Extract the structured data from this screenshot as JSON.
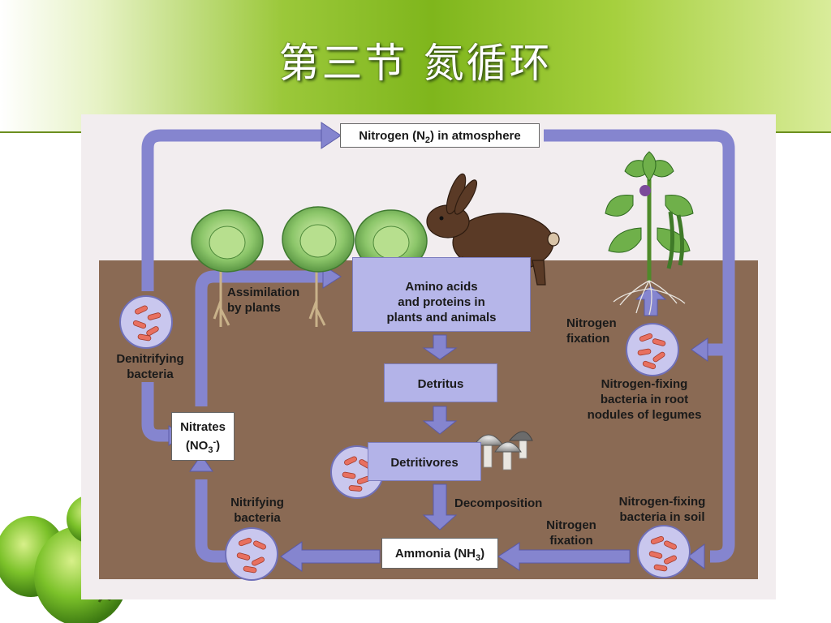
{
  "slide": {
    "title": "第三节 氮循环"
  },
  "diagram": {
    "boxes": {
      "atmosphere": {
        "text": "Nitrogen (N",
        "sub": "2",
        "tail": ") in atmosphere"
      },
      "amino": [
        "Amino acids",
        "and proteins in",
        "plants and animals"
      ],
      "detritus": "Detritus",
      "detritivores": "Detritivores",
      "ammonia": {
        "text": "Ammonia (NH",
        "sub": "3",
        "tail": ")"
      },
      "nitrates": {
        "line1": "Nitrates",
        "text": "(NO",
        "sub": "3",
        "sup": "-",
        "tail": ")"
      }
    },
    "labels": {
      "assimilation": [
        "Assimilation",
        "by plants"
      ],
      "denitrifying": [
        "Denitrifying",
        "bacteria"
      ],
      "nitrogen_fixation_top": [
        "Nitrogen",
        "fixation"
      ],
      "root_bacteria": [
        "Nitrogen-fixing",
        "bacteria in root",
        "nodules of legumes"
      ],
      "decomposition": "Decomposition",
      "nitrogen_fixation_bottom": [
        "Nitrogen",
        "fixation"
      ],
      "soil_bacteria": [
        "Nitrogen-fixing",
        "bacteria in soil"
      ],
      "nitrifying": [
        "Nitrifying",
        "bacteria"
      ]
    },
    "colors": {
      "arrow": "#8585cf",
      "soil": "#8a6a54",
      "background": "#f2edef",
      "box_lavender": "#b3b3e8"
    }
  }
}
